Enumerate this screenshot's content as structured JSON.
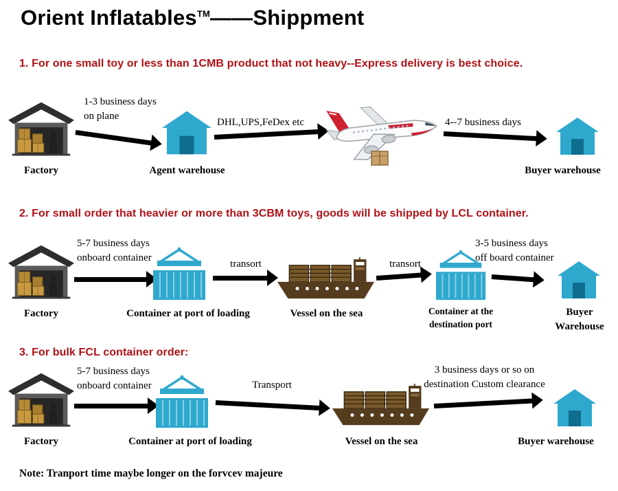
{
  "title": {
    "brand": "Orient Inflatables",
    "tm": "TM",
    "suffix": "——Shippment"
  },
  "colors": {
    "heading_red": "#b01117",
    "icon_teal": "#2fa8ce",
    "container_door_teal": "#0f6d8d",
    "factory_dark": "#4a4a4a",
    "boxes_tan": "#c89a3f",
    "vessel_brown": "#553c1e",
    "plane_red": "#cf2030",
    "arrow_black": "#000000"
  },
  "icons": {
    "factory": "factory-icon",
    "warehouse_house": "warehouse-house-icon",
    "container_crane": "container-crane-icon",
    "cargo_ship": "cargo-ship-icon",
    "airplane": "airplane-icon",
    "parcel": "parcel-box-icon",
    "arrow": "arrow-right-icon"
  },
  "section1": {
    "heading": "1. For one small toy or less than 1CMB product that not heavy--Express delivery is best choice.",
    "factory": "Factory",
    "arrow1": "1-3 business days\non plane",
    "agent_warehouse": "Agent warehouse",
    "arrow2": "DHL,UPS,FeDex etc",
    "arrow3": "4--7 business days",
    "buyer_warehouse": "Buyer warehouse"
  },
  "section2": {
    "heading": "2. For small order that heavier or more than 3CBM toys,  goods will be shipped by LCL container.",
    "factory": "Factory",
    "arrow1": "5-7 business days\nonboard container",
    "container_loading": "Container at port of loading",
    "arrow2": "transort",
    "vessel": "Vessel on the sea",
    "arrow3": "transort",
    "dest_note": "3-5 business days\noff board container",
    "container_destination": "Container at the\ndestination port",
    "buyer_warehouse": "Buyer\nWarehouse"
  },
  "section3": {
    "heading": "3. For bulk FCL container order:",
    "factory": "Factory",
    "arrow1": "5-7 business days\nonboard container",
    "container_loading": "Container at port of loading",
    "arrow2": "Transport",
    "vessel": "Vessel on the sea",
    "arrow3": "3 business days or so on\ndestination Custom clearance",
    "buyer_warehouse": "Buyer warehouse"
  },
  "note": "Note: Tranport time maybe longer on the forvcev majeure"
}
